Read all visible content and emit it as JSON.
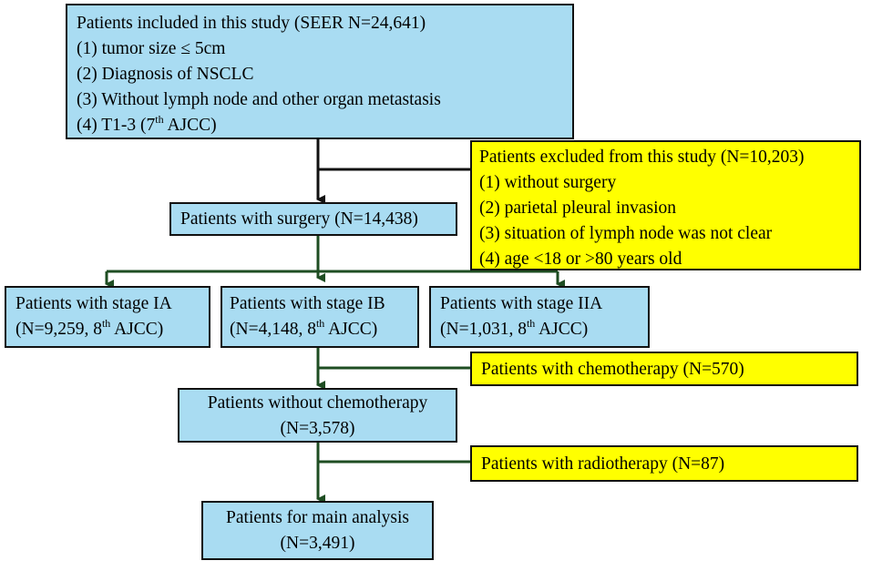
{
  "colors": {
    "blue_box": "#a9dcf2",
    "yellow_box": "#ffff00",
    "arrow_dark": "#111111",
    "arrow_green": "#1e4d22"
  },
  "included": {
    "title": "Patients included in this study  (SEER N=24,641)",
    "c1": "(1) tumor size ≤ 5cm",
    "c2": "(2) Diagnosis of NSCLC",
    "c3": "(3) Without lymph node and other organ metastasis",
    "c4_a": "(4) T1-3 (7",
    "c4_sup": "th",
    "c4_b": " AJCC)"
  },
  "excluded": {
    "title": "Patients excluded from this study (N=10,203)",
    "c1": "(1)  without surgery",
    "c2": "(2)  parietal pleural invasion",
    "c3": "(3)  situation of lymph node was not clear",
    "c4": "(4)  age <18 or >80 years old"
  },
  "surgery": {
    "label": "Patients with surgery (N=14,438)"
  },
  "stages": [
    {
      "title": "Patients with stage IA",
      "n": "(N=9,259, 8",
      "sup": "th",
      "tail": " AJCC)"
    },
    {
      "title": "Patients with stage IB",
      "n": "(N=4,148, 8",
      "sup": "th",
      "tail": " AJCC)"
    },
    {
      "title": "Patients with stage IIA",
      "n": "(N=1,031, 8",
      "sup": "th",
      "tail": " AJCC)"
    }
  ],
  "chemo_excl": {
    "label": "Patients with chemotherapy (N=570)"
  },
  "no_chemo": {
    "line1": "Patients without chemotherapy",
    "line2": "(N=3,578)"
  },
  "radio_excl": {
    "label": "Patients with radiotherapy (N=87)"
  },
  "main": {
    "line1": "Patients for main analysis",
    "line2": "(N=3,491)"
  }
}
